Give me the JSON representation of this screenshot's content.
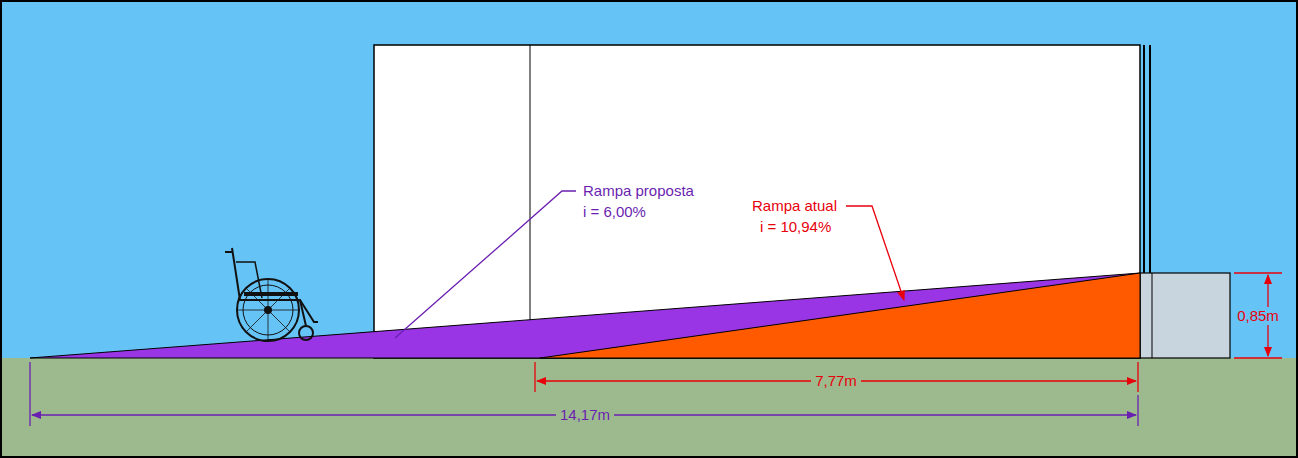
{
  "diagram": {
    "labels": [
      "Rampa proposta",
      "i = 6,00%",
      "Rampa atual",
      "i = 10,94%",
      "0,85m",
      "7,77m",
      "14,17m"
    ]
  }
}
